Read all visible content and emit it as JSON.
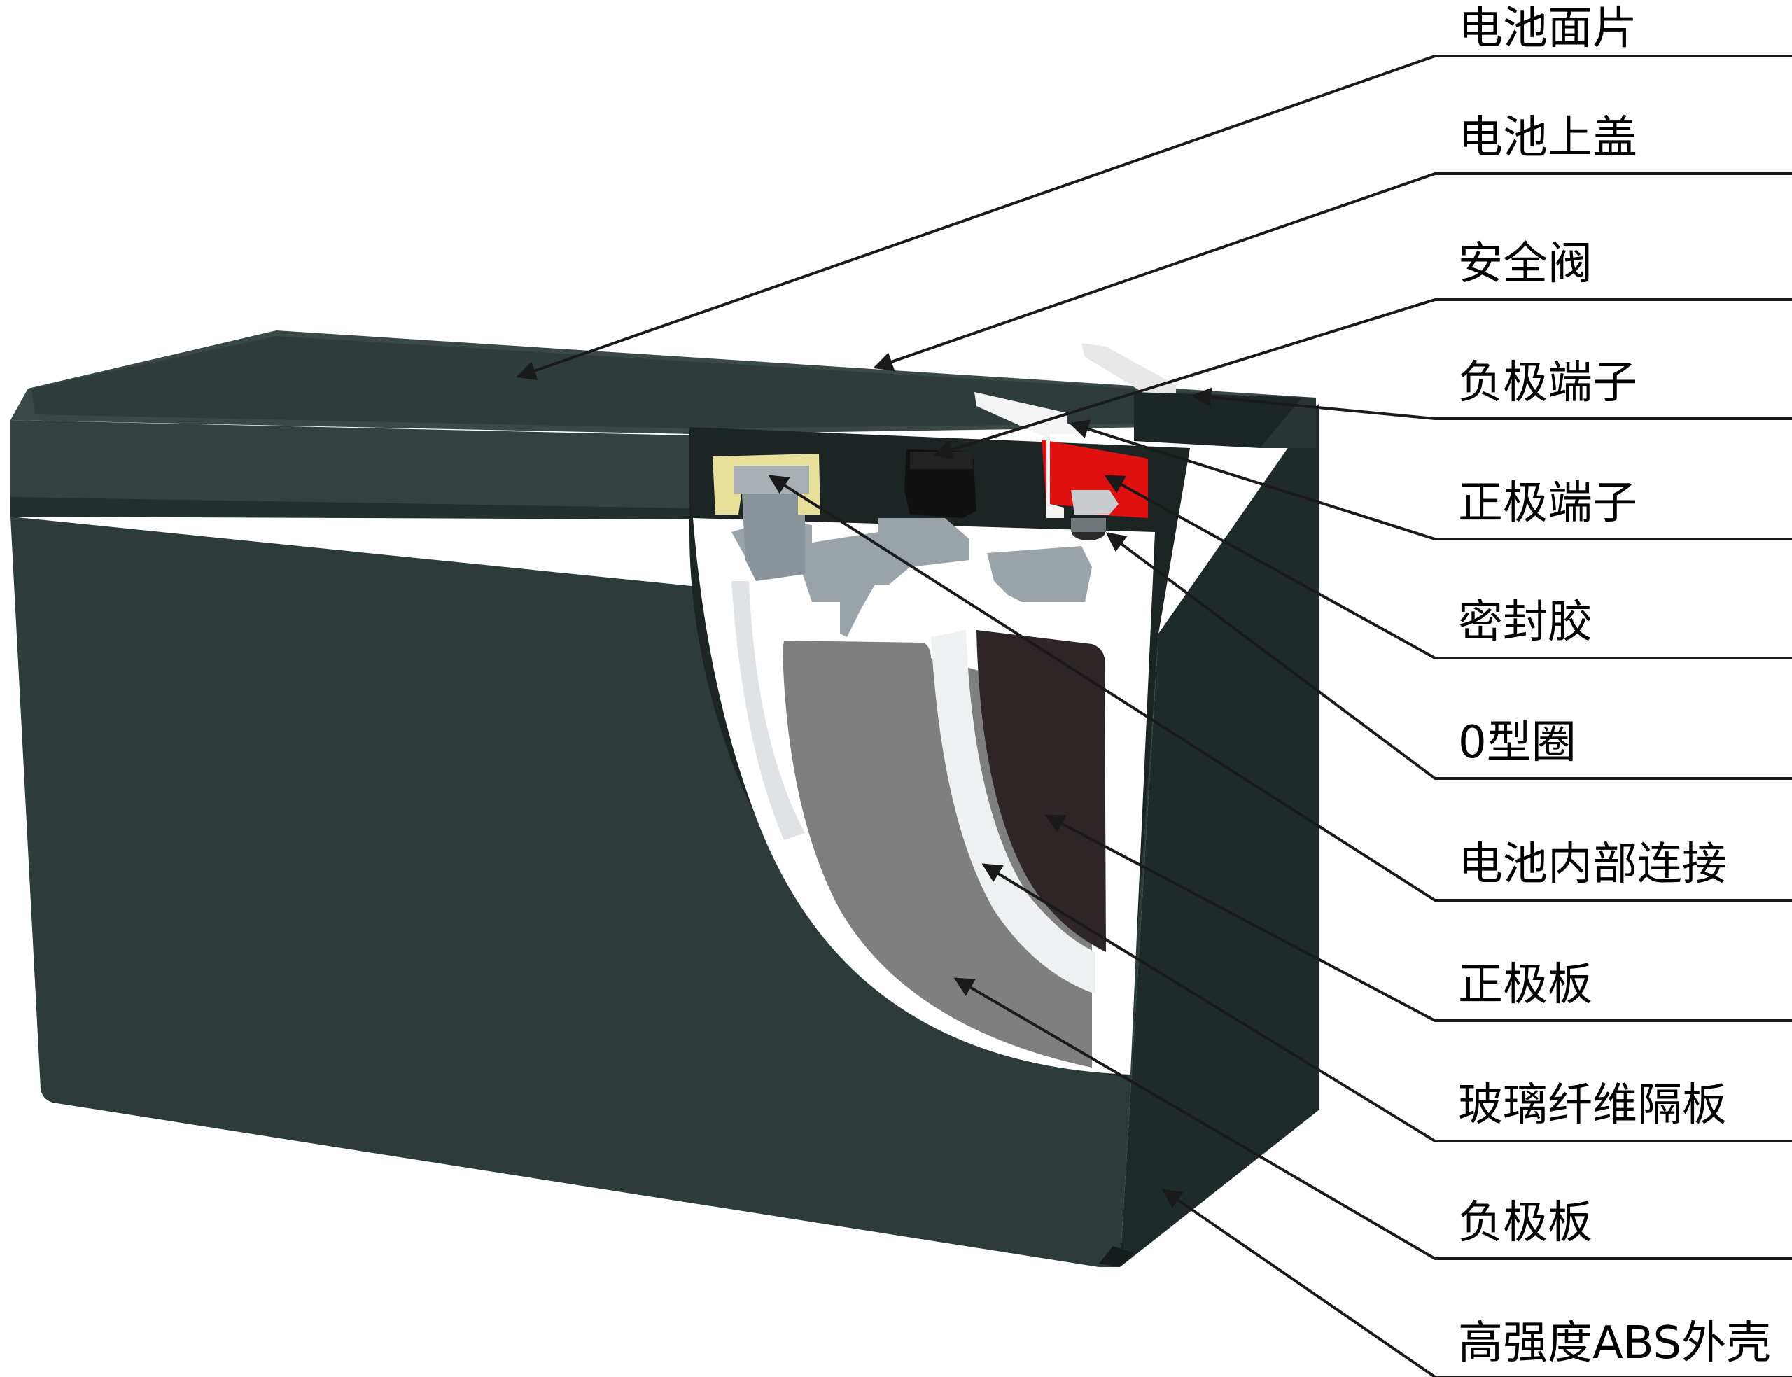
{
  "colors": {
    "casing": "#2e3b3b",
    "casing_dark": "#1f2a2a",
    "casing_light": "#3c4a4a",
    "cutaway_white": "#ffffff",
    "negative_plate": "#7f7f7f",
    "positive_plate": "#2e2626",
    "connector_grey": "#9aa3a8",
    "valve_black": "#111111",
    "terminal_red": "#e01010",
    "seal_yellow": "#e8df9a",
    "leader_line": "#1a1a1a"
  },
  "labels": [
    {
      "id": "battery-face-plate",
      "text": "电池面片"
    },
    {
      "id": "battery-top-cover",
      "text": "电池上盖"
    },
    {
      "id": "safety-valve",
      "text": "安全阀"
    },
    {
      "id": "negative-terminal",
      "text": "负极端子"
    },
    {
      "id": "positive-terminal",
      "text": "正极端子"
    },
    {
      "id": "sealant",
      "text": "密封胶"
    },
    {
      "id": "o-ring",
      "text": "0型圈"
    },
    {
      "id": "internal-connection",
      "text": "电池内部连接"
    },
    {
      "id": "positive-plate",
      "text": "正极板"
    },
    {
      "id": "glass-fiber-separator",
      "text": "玻璃纤维隔板"
    },
    {
      "id": "negative-plate",
      "text": "负极板"
    },
    {
      "id": "abs-case",
      "text": "高强度ABS外壳"
    }
  ]
}
